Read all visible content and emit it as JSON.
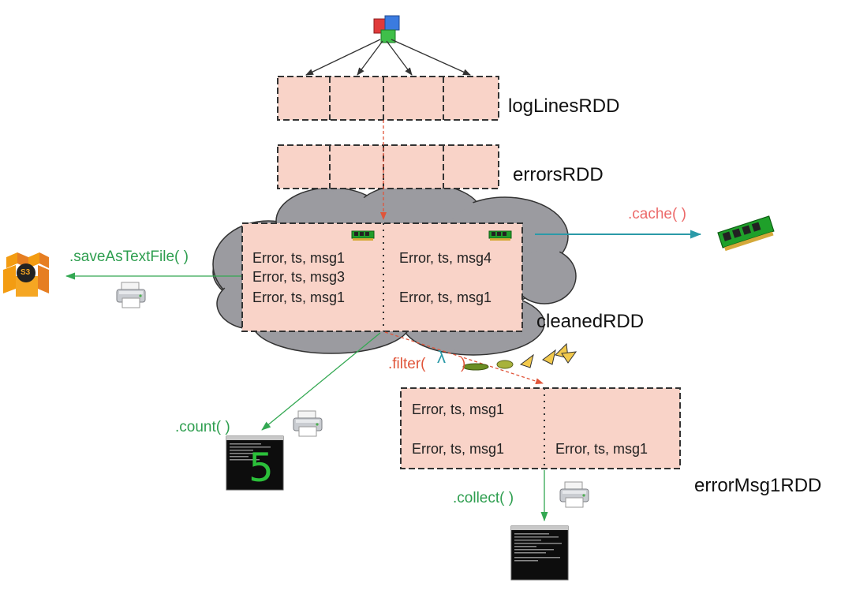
{
  "diagram": {
    "rdds": {
      "loglines": "logLinesRDD",
      "errors": "errorsRDD",
      "cleaned": "cleanedRDD",
      "errormsg1": "errorMsg1RDD"
    },
    "cleaned_cells": {
      "left": [
        "Error, ts, msg1",
        "Error, ts, msg3",
        "Error, ts, msg1"
      ],
      "right": [
        "Error, ts, msg4",
        "Error, ts, msg1"
      ]
    },
    "errormsg1_cells": {
      "left": [
        "Error, ts, msg1",
        "Error, ts, msg1"
      ],
      "right": [
        "Error, ts, msg1"
      ]
    },
    "operations": {
      "cache": ".cache(  )",
      "save": ".saveAsTextFile(  )",
      "filter_prefix": ".filter(",
      "filter_lambda": "λ",
      "filter_suffix": ")",
      "count": ".count(  )",
      "collect": ".collect(  )"
    },
    "count_result": "5",
    "s3_badge": "S3",
    "colors": {
      "partition_fill": "#f9d3c8",
      "cloud": "#9b9ba0",
      "green_arrow": "#33a852",
      "red_dashed": "#e0553a",
      "teal_arrow": "#2b9aa8"
    }
  }
}
